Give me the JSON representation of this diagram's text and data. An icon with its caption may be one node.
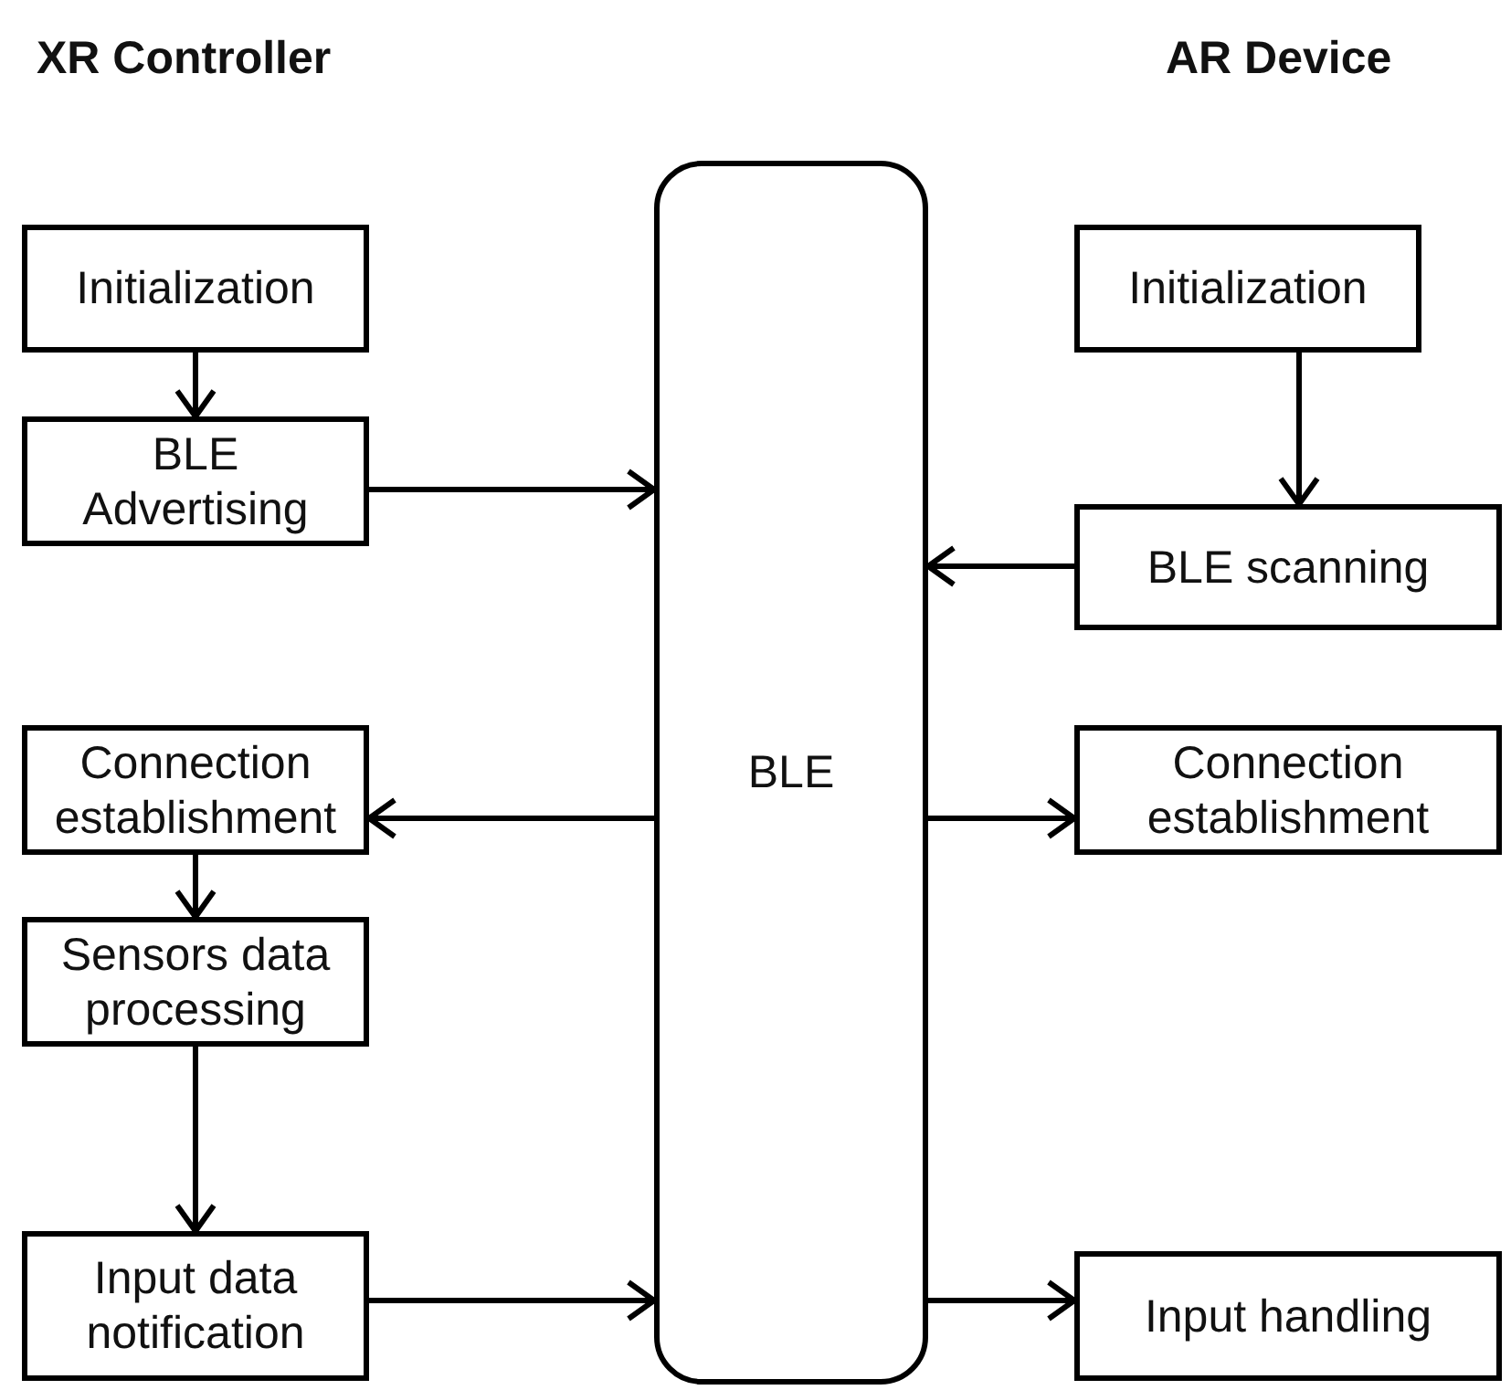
{
  "diagram": {
    "nodes": [
      {
        "text": [
          "Initialization"
        ]
      },
      {
        "text": [
          "BLE Advertising"
        ]
      },
      {
        "text": [
          "BLE"
        ]
      },
      {
        "text": [
          "Initialization"
        ]
      },
      {
        "text": [
          "BLE scanning"
        ]
      },
      {
        "text": [
          "Connection establishment"
        ]
      },
      {
        "text": [
          "Connection establishment"
        ]
      },
      {
        "text": [
          "Sensors data processing"
        ]
      },
      {
        "text": [
          "Input data notification"
        ]
      },
      {
        "text": [
          "Input handling"
        ]
      }
    ],
    "edges": [
      {
        "from": 0,
        "to": 1,
        "arrow": "to"
      },
      {
        "from": 1,
        "to": 2,
        "arrow": "to"
      },
      {
        "from": 3,
        "to": 4,
        "arrow": "to"
      },
      {
        "from": 4,
        "to": 2,
        "arrow": "to"
      },
      {
        "from": 2,
        "to": 5,
        "arrow": "to"
      },
      {
        "from": 2,
        "to": 6,
        "arrow": "to"
      },
      {
        "from": 5,
        "to": 7,
        "arrow": "to"
      },
      {
        "from": 7,
        "to": 8,
        "arrow": "to"
      },
      {
        "from": 8,
        "to": 2,
        "arrow": "to"
      },
      {
        "from": 2,
        "to": 9,
        "arrow": "to"
      }
    ],
    "labels": [
      "XR Controller",
      "AR Device"
    ]
  }
}
